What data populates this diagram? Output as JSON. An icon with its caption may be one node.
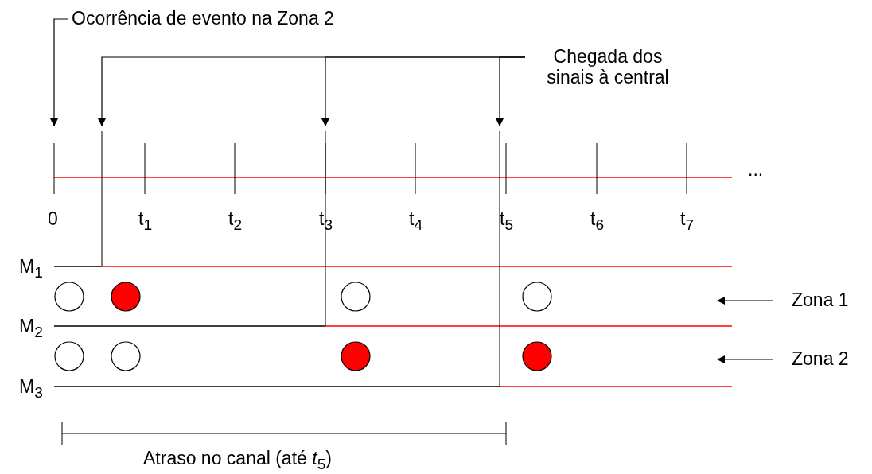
{
  "diagram": {
    "nodes": [
      {
        "text": [
          "Ocorrência de evento na Zona 2"
        ]
      },
      {
        "text": [
          "Chegada dos sinais à central"
        ]
      },
      {
        "text": [
          "Zona 1"
        ]
      },
      {
        "text": [
          "Zona 2"
        ]
      }
    ],
    "edges": [
      {
        "from": 0,
        "to": null,
        "arrow": "to"
      },
      {
        "from": 1,
        "to": null,
        "arrow": "to"
      },
      {
        "from": 1,
        "to": null,
        "arrow": "to"
      },
      {
        "from": 1,
        "to": null,
        "arrow": "to"
      },
      {
        "from": 2,
        "to": null,
        "arrow": "to"
      },
      {
        "from": 3,
        "to": null,
        "arrow": "to"
      }
    ],
    "labels": [
      "...",
      "0",
      "t$_{1}$",
      "t$_{2}$",
      "t$_{3}$",
      "t$_{4}$",
      "t$_{5}$",
      "t$_{6}$",
      "t$_{7}$",
      "M$_{1}$",
      "M$_{2}$",
      "M$_{3}$",
      "Atraso no canal (até *t*$_{5}$)"
    ]
  }
}
